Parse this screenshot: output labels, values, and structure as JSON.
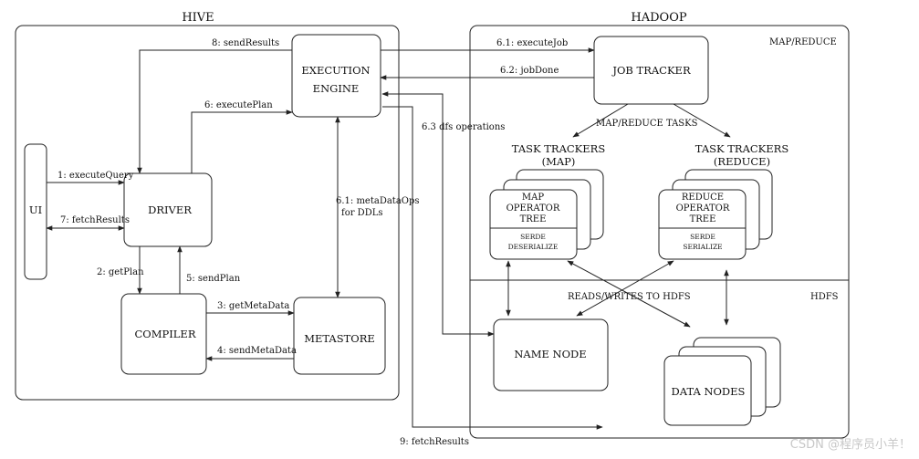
{
  "sections": {
    "hive": "HIVE",
    "hadoop": "HADOOP",
    "mapreduce": "MAP/REDUCE",
    "hdfs": "HDFS"
  },
  "nodes": {
    "ui": "UI",
    "driver": "DRIVER",
    "compiler": "COMPILER",
    "metastore": "METASTORE",
    "execution_engine": [
      "EXECUTION",
      "ENGINE"
    ],
    "job_tracker": "JOB TRACKER",
    "name_node": "NAME NODE",
    "data_nodes": "DATA NODES"
  },
  "task_trackers": {
    "map": {
      "title": [
        "TASK TRACKERS",
        "(MAP)"
      ],
      "tree": [
        "MAP",
        "OPERATOR",
        "TREE"
      ],
      "serde": [
        "SERDE",
        "DESERIALIZE"
      ]
    },
    "reduce": {
      "title": [
        "TASK TRACKERS",
        "(REDUCE)"
      ],
      "tree": [
        "REDUCE",
        "OPERATOR",
        "TREE"
      ],
      "serde": [
        "SERDE",
        "SERIALIZE"
      ]
    }
  },
  "edges": {
    "execute_query": "1: executeQuery",
    "fetch_results_ui": "7: fetchResults",
    "get_plan": "2: getPlan",
    "send_plan": "5: sendPlan",
    "get_metadata": "3: getMetaData",
    "send_metadata": "4: sendMetaData",
    "execute_plan": "6: executePlan",
    "send_results": "8: sendResults",
    "meta_data_ops": [
      "6.1: metaDataOps",
      "for DDLs"
    ],
    "execute_job": "6.1: executeJob",
    "job_done": "6.2: jobDone",
    "dfs_operations": "6.3 dfs operations",
    "map_reduce_tasks": "MAP/REDUCE TASKS",
    "reads_writes": "READS/WRITES TO HDFS",
    "fetch_results_hdfs": "9: fetchResults"
  },
  "watermark": "CSDN @程序员小羊！"
}
